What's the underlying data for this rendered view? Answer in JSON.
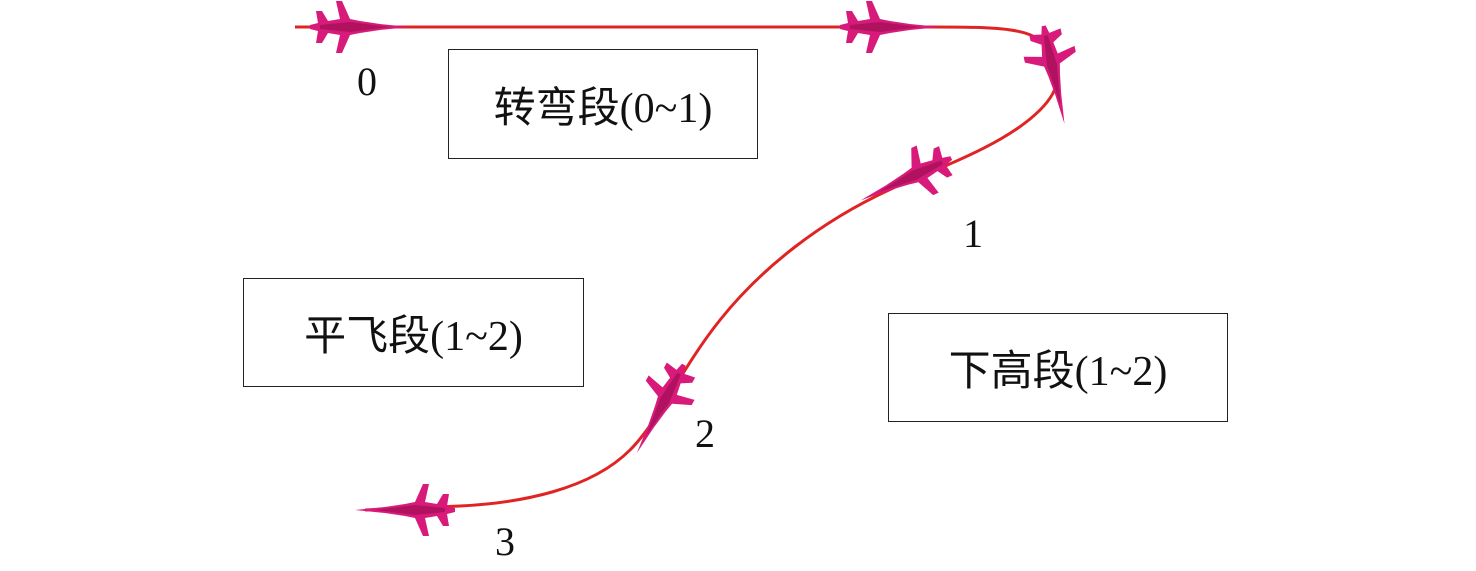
{
  "colors": {
    "path": "#e02424",
    "jet": "#d81b7a",
    "jet_shade": "#b0125f"
  },
  "waypoints": [
    "0",
    "1",
    "2",
    "3"
  ],
  "segments": [
    {
      "label": "转弯段(0~1)"
    },
    {
      "label": "平飞段(1~2)"
    },
    {
      "label": "下高段(1~2)"
    }
  ]
}
